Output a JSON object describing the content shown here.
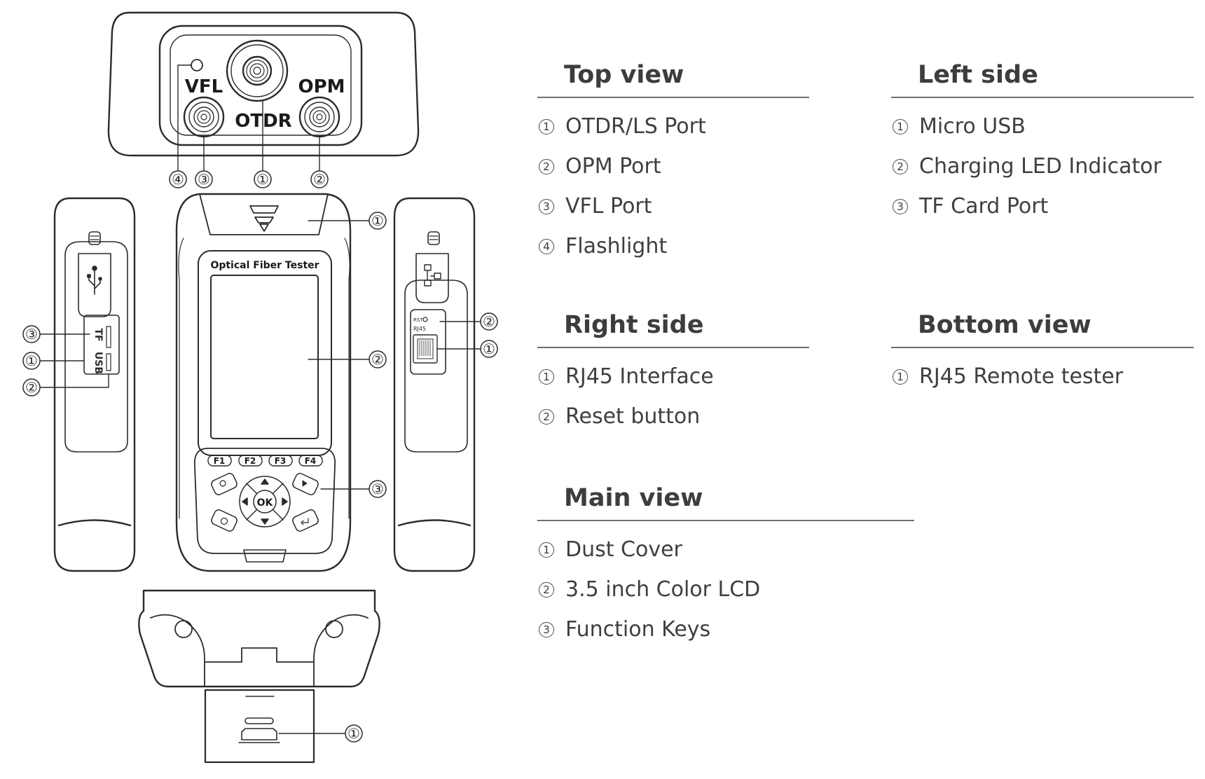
{
  "device": {
    "top_labels": {
      "vfl": "VFL",
      "otdr": "OTDR",
      "opm": "OPM"
    },
    "screen_title": "Optical Fiber Tester",
    "fkeys": [
      "F1",
      "F2",
      "F3",
      "F4"
    ],
    "ok_label": "OK",
    "left_side_labels": {
      "tf": "TF",
      "usb": "USB"
    },
    "right_side_labels": {
      "rst": "RST",
      "rj45": "RJ45"
    },
    "callouts": {
      "top": [
        "④",
        "③",
        "①",
        "②"
      ],
      "main": [
        "①",
        "②",
        "③"
      ],
      "left": [
        "③",
        "①",
        "②"
      ],
      "right": [
        "②",
        "①"
      ],
      "bottom": [
        "①"
      ]
    }
  },
  "legend": [
    {
      "title": "Top view",
      "items": [
        {
          "num": "1",
          "label": "OTDR/LS Port"
        },
        {
          "num": "2",
          "label": "OPM Port"
        },
        {
          "num": "3",
          "label": "VFL Port"
        },
        {
          "num": "4",
          "label": "Flashlight"
        }
      ]
    },
    {
      "title": "Left side",
      "items": [
        {
          "num": "1",
          "label": "Micro USB"
        },
        {
          "num": "2",
          "label": "Charging LED Indicator"
        },
        {
          "num": "3",
          "label": "TF Card Port"
        }
      ]
    },
    {
      "title": "Right side",
      "items": [
        {
          "num": "1",
          "label": "RJ45 Interface"
        },
        {
          "num": "2",
          "label": "Reset button"
        }
      ]
    },
    {
      "title": "Bottom view",
      "items": [
        {
          "num": "1",
          "label": "RJ45 Remote tester"
        }
      ]
    },
    {
      "title": "Main view",
      "items": [
        {
          "num": "1",
          "label": "Dust Cover"
        },
        {
          "num": "2",
          "label": "3.5 inch Color LCD"
        },
        {
          "num": "3",
          "label": "Function Keys"
        }
      ]
    }
  ]
}
